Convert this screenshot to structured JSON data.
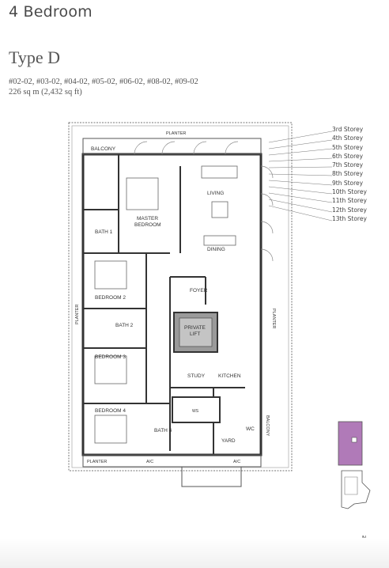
{
  "header": {
    "title": "4 Bedroom"
  },
  "unit": {
    "type_label": "Type D",
    "unit_numbers": "#02-02, #03-02, #04-02, #05-02, #06-02, #08-02, #09-02",
    "area": "226 sq m (2,432 sq ft)"
  },
  "rooms": {
    "planter_top": "PLANTER",
    "balcony": "BALCONY",
    "living": "LIVING",
    "bath1": "BATH 1",
    "master_line1": "MASTER",
    "master_line2": "BEDROOM",
    "dining": "DINING",
    "foyer": "FOYER",
    "bedroom2": "BEDROOM 2",
    "bath2": "BATH 2",
    "lift_line1": "PRIVATE",
    "lift_line2": "LIFT",
    "planter_left": "PLANTER",
    "planter_right": "PLANTER",
    "bedroom3": "BEDROOM 3",
    "study": "STUDY",
    "kitchen": "KITCHEN",
    "bedroom4": "BEDROOM 4",
    "ws": "WS",
    "bath4": "BATH 4",
    "wc": "WC",
    "yard": "YARD",
    "balcony_right": "BALCONY",
    "planter_bottom": "PLANTER",
    "ac1": "A/C",
    "ac2": "A/C"
  },
  "storeys": [
    "3rd Storey",
    "4th Storey",
    "5th Storey",
    "6th Storey",
    "7th Storey",
    "8th Storey",
    "9th Storey",
    "10th Storey",
    "11th Storey",
    "12th Storey",
    "13th Storey"
  ],
  "compass": {
    "label": "N"
  },
  "colors": {
    "highlight": "#b07ab8",
    "lift": "#9a9a9a",
    "line": "#555555"
  }
}
